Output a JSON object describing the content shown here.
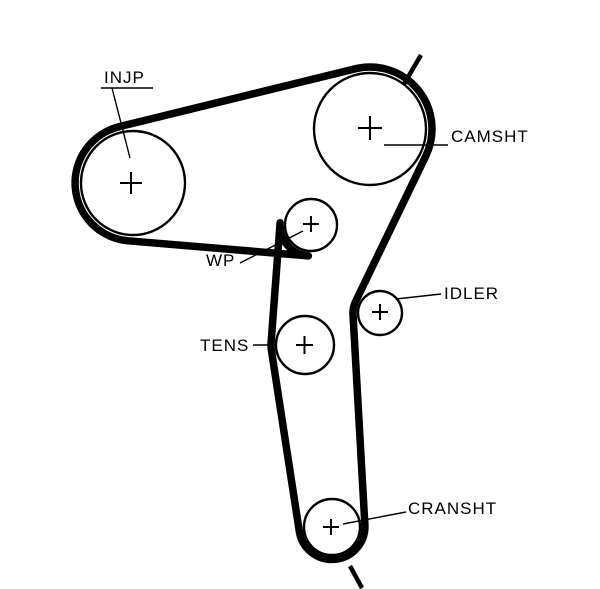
{
  "diagram": {
    "type": "timing-belt-routing",
    "background_color": "#ffffff",
    "line_color": "#000000",
    "labels": {
      "injp": "INJP",
      "camsht": "CAMSHT",
      "wp": "WP",
      "idler": "IDLER",
      "tens": "TENS",
      "cransht": "CRANSHT"
    },
    "marks": {
      "pulley_center_symbol": "+",
      "timing_mark_count": 2
    }
  }
}
